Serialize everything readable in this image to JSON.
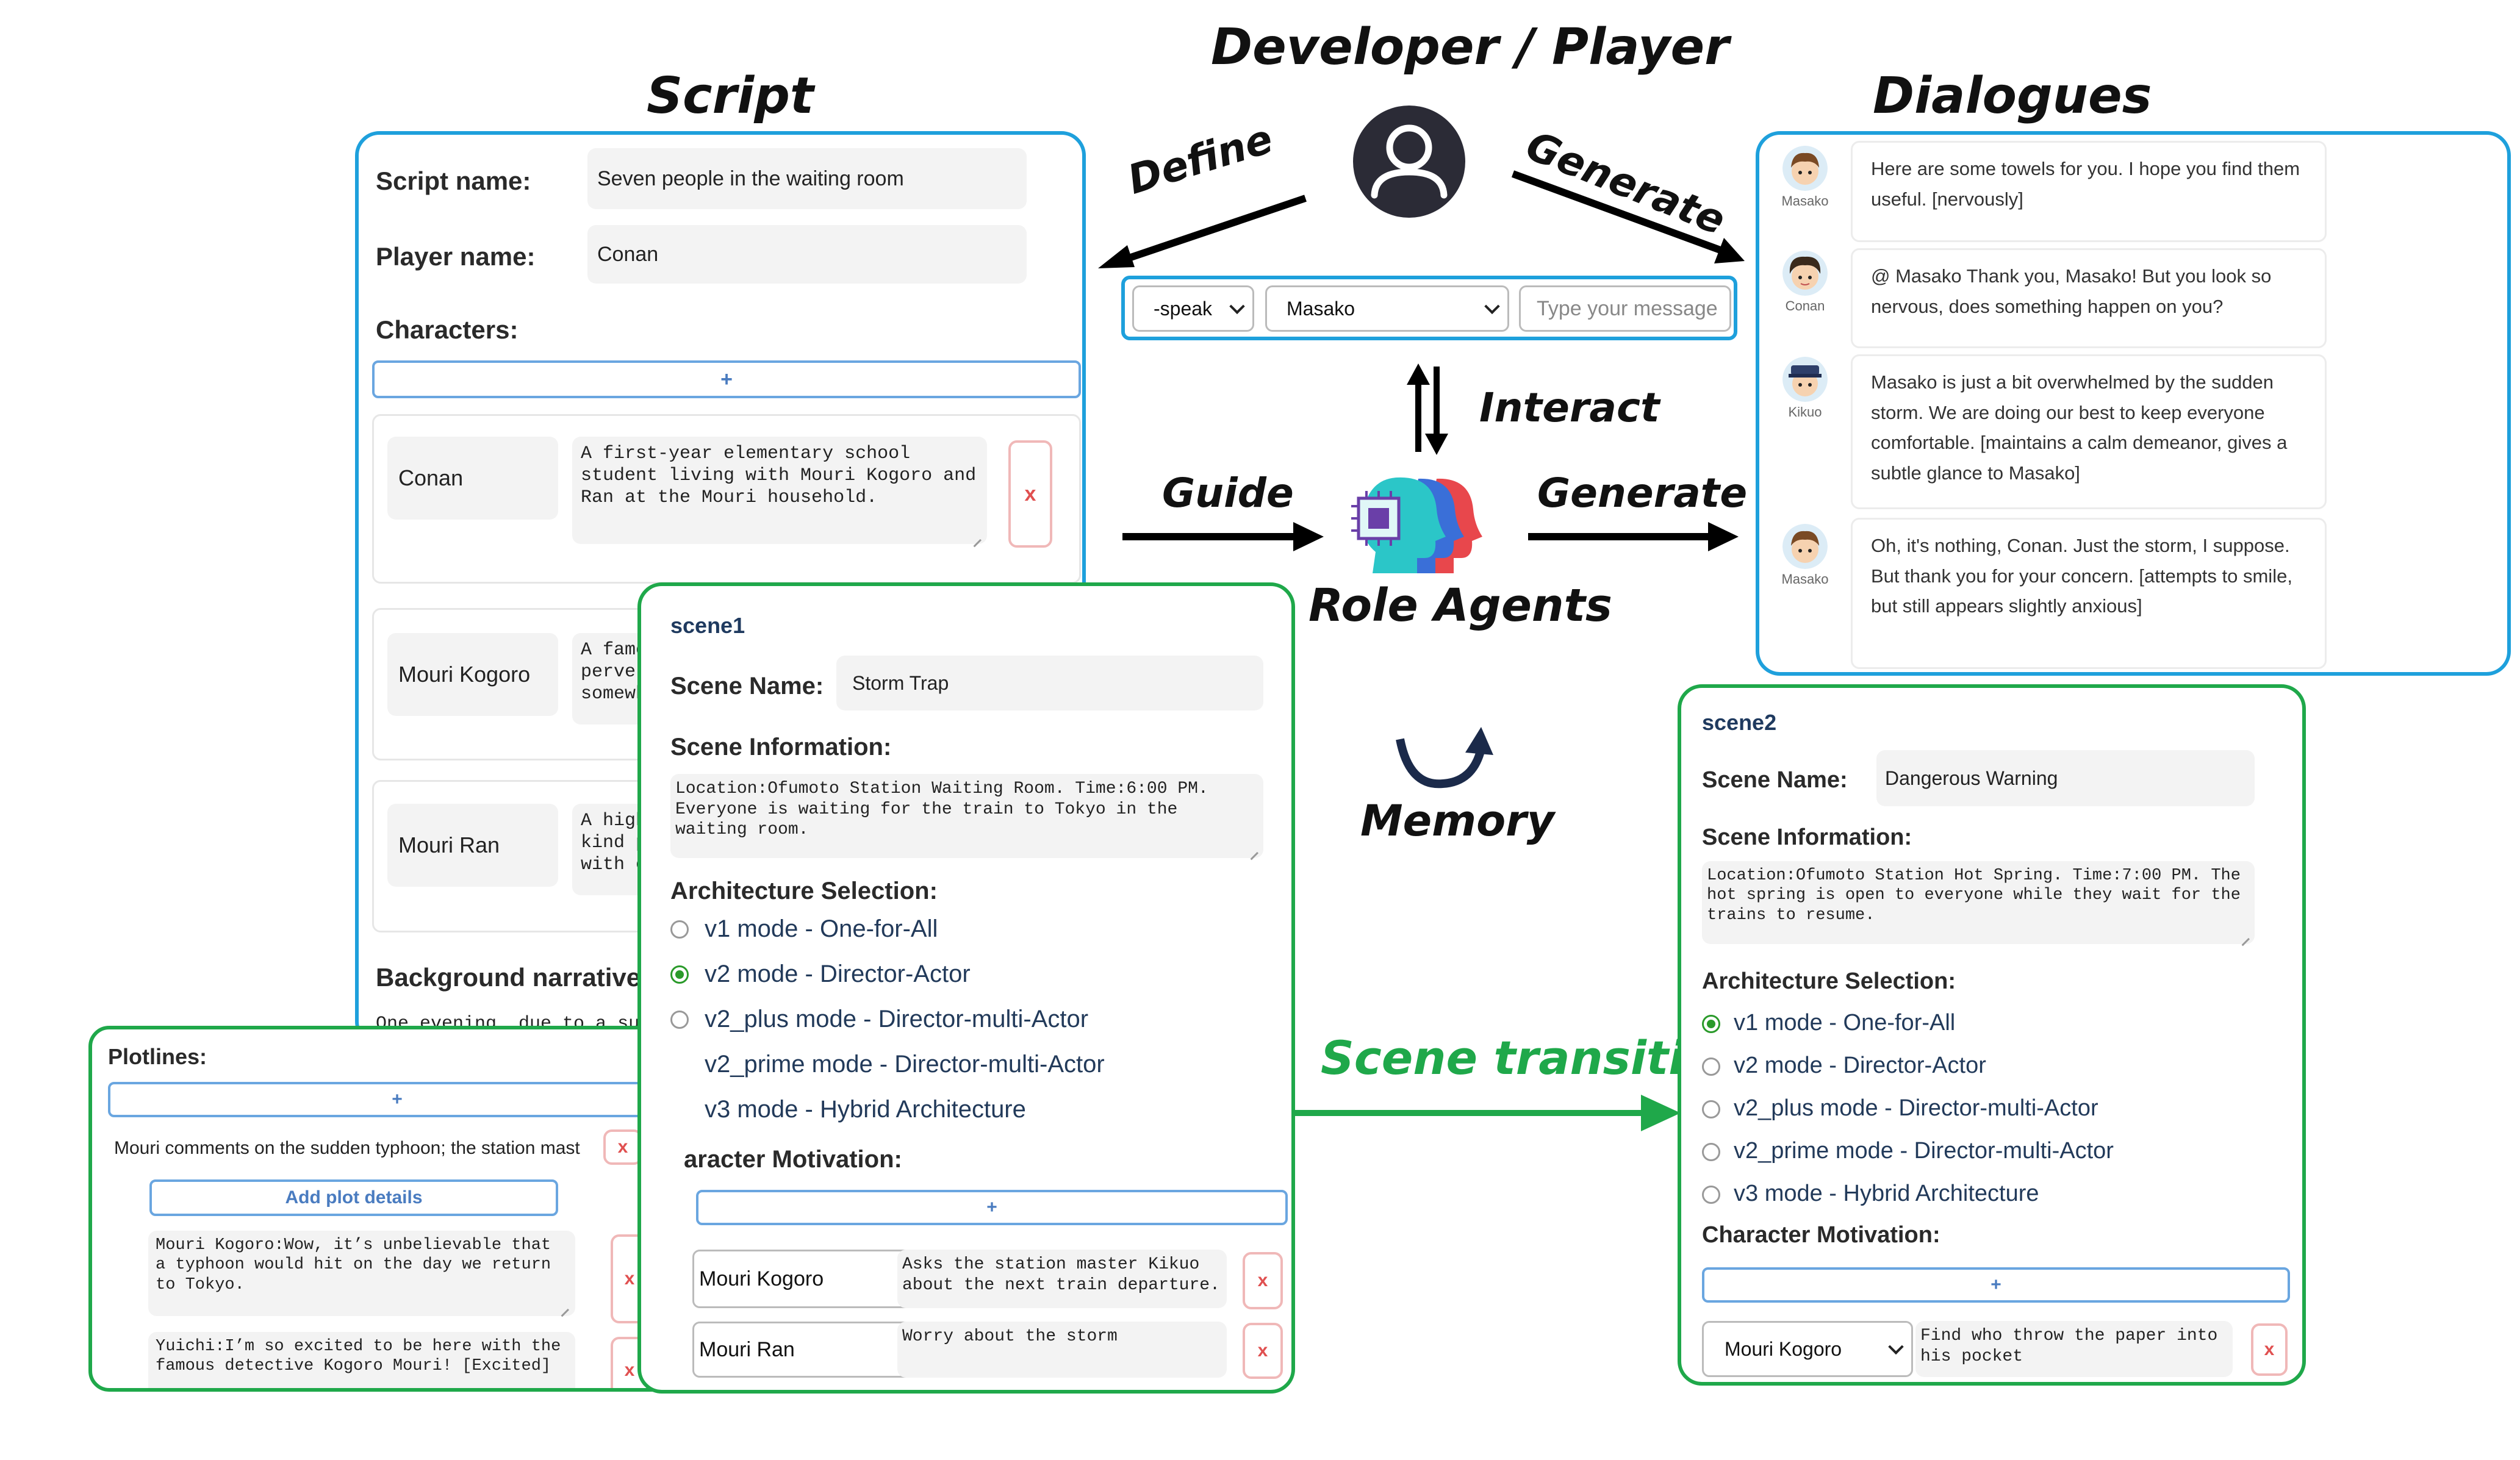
{
  "headings": {
    "developer": "Developer / Player",
    "script": "Script",
    "dialogues": "Dialogues",
    "define": "Define",
    "generate_top": "Generate",
    "interact": "Interact",
    "guide": "Guide",
    "generate_mid": "Generate",
    "role_agents": "Role Agents",
    "memory": "Memory",
    "scene_transition": "Scene transition"
  },
  "input_bar": {
    "mode_select": "-speak",
    "character_select": "Masako",
    "message_placeholder": "Type your message"
  },
  "script_panel": {
    "script_name_label": "Script name:",
    "script_name_value": "Seven people in the waiting room",
    "player_name_label": "Player name:",
    "player_name_value": "Conan",
    "characters_label": "Characters:",
    "plus": "+",
    "characters": [
      {
        "name": "Conan",
        "description": "A first-year elementary school student living with Mouri Kogoro and Ran at the Mouri household."
      },
      {
        "name": "Mouri Kogoro",
        "description": "A famou\npervert\nsomewha"
      },
      {
        "name": "Mouri Ran",
        "description": "A high \nkind pe\nwith ev"
      }
    ],
    "background_label": "Background narrative:",
    "background_text": "One evening, due to a sudd",
    "x": "x"
  },
  "plot_panel": {
    "label": "Plotlines:",
    "plus": "+",
    "plotline": "Mouri comments on the sudden typhoon; the station mast",
    "add_details": "Add plot details",
    "details": [
      "Mouri Kogoro:Wow, it’s unbelievable that a typhoon would hit on the day we return to Tokyo.",
      "Yuichi:I’m so excited to be here with the famous detective Kogoro Mouri! [Excited]"
    ],
    "x": "x"
  },
  "scene1": {
    "title": "scene1",
    "scene_name_label": "Scene Name:",
    "scene_name_value": "Storm Trap",
    "info_label": "Scene Information:",
    "info_text": "Location:Ofumoto Station Waiting Room. Time:6:00 PM. Everyone is waiting for the train to Tokyo in the waiting room.",
    "arch_label": "Architecture Selection:",
    "options": [
      "v1 mode - One-for-All",
      "v2 mode - Director-Actor",
      "v2_plus mode - Director-multi-Actor",
      "v2_prime mode - Director-multi-Actor",
      "v3 mode - Hybrid Architecture"
    ],
    "selected_option": "v2 mode - Director-Actor",
    "motivation_label": "aracter Motivation:",
    "plus": "+",
    "motivations": [
      {
        "character": "Mouri Kogoro",
        "text": "Asks the station master Kikuo about the next train departure."
      },
      {
        "character": "Mouri Ran",
        "text": "Worry about the storm"
      }
    ],
    "x": "x"
  },
  "scene2": {
    "title": "scene2",
    "scene_name_label": "Scene Name:",
    "scene_name_value": "Dangerous Warning",
    "info_label": "Scene Information:",
    "info_text": "Location:Ofumoto Station Hot Spring. Time:7:00 PM. The hot spring is open to everyone while they wait for the trains to resume.",
    "arch_label": "Architecture Selection:",
    "options": [
      "v1 mode - One-for-All",
      "v2 mode - Director-Actor",
      "v2_plus mode - Director-multi-Actor",
      "v2_prime mode - Director-multi-Actor",
      "v3 mode - Hybrid Architecture"
    ],
    "selected_option": "v1 mode - One-for-All",
    "motivation_label": "Character Motivation:",
    "plus": "+",
    "motivations": [
      {
        "character": "Mouri Kogoro",
        "text": "Find who throw the paper into his pocket"
      }
    ],
    "x": "x"
  },
  "dialogues": [
    {
      "speaker": "Masako",
      "text": "Here are some towels for you. I hope you find them useful. [nervously]"
    },
    {
      "speaker": "Conan",
      "text": "@ Masako Thank you, Masako! But you look so nervous, does something happen on you?"
    },
    {
      "speaker": "Kikuo",
      "text": "Masako is just a bit overwhelmed by the sudden storm. We are doing our best to keep everyone comfortable. [maintains a calm demeanor, gives a subtle glance to Masako]"
    },
    {
      "speaker": "Masako",
      "text": "Oh, it's nothing, Conan. Just the storm, I suppose. But thank you for your concern. [attempts to smile, but still appears slightly anxious]"
    }
  ],
  "colors": {
    "blue_border": "#1ea0dc",
    "green_border": "#1fa84a",
    "transition_text": "#1fa84a"
  }
}
